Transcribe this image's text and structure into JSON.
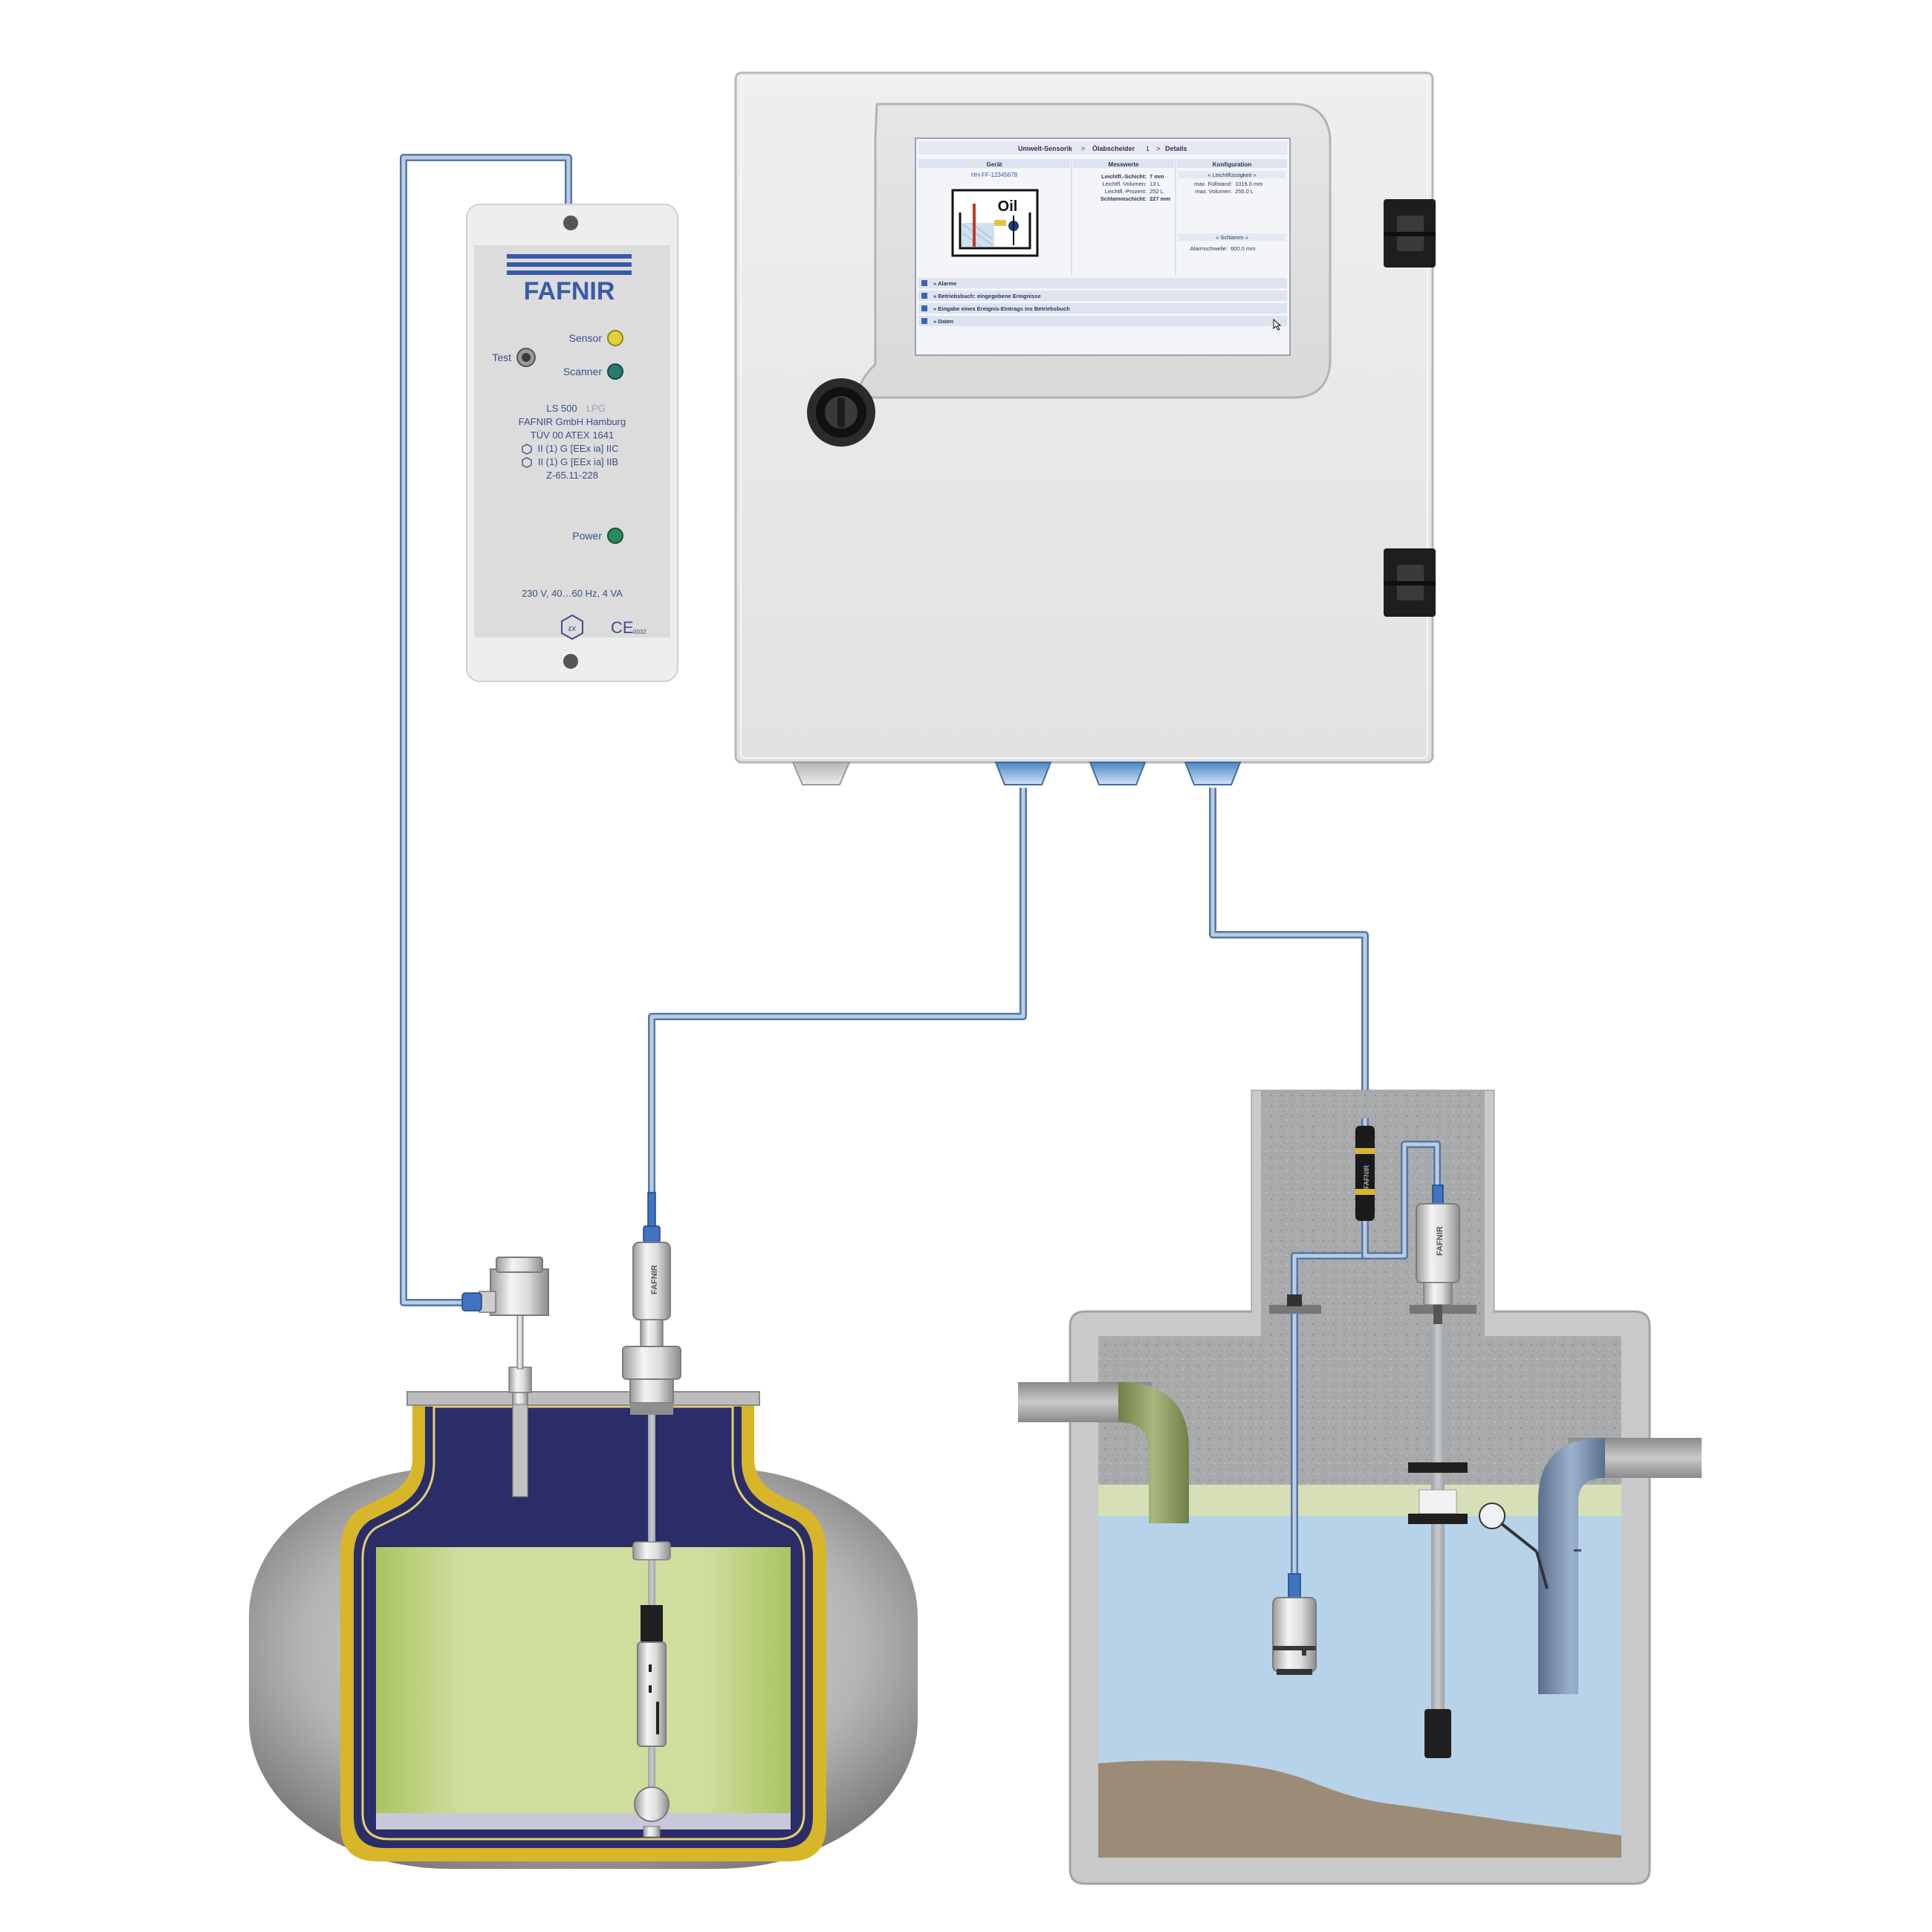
{
  "colors": {
    "brand_blue": "#3a5aa8",
    "cable": "#a9c1df",
    "cable_edge": "#5577a4",
    "enclosure": "#e8e8e8",
    "screen_bg": "#eef2f8",
    "tank_liquid": "#cddc9a",
    "tank_gas": "#2b2d68",
    "tank_wall": "#d8b62a",
    "water": "#b7d3e9",
    "soil": "#9c8b77",
    "oil_layer": "#d7dfb6",
    "concrete": "#a9abad"
  },
  "icons": {
    "led_sensor": "yellow-led",
    "led_scanner": "green-led",
    "led_power": "green-led",
    "test_button": "round-push-button",
    "ex_mark": "ex-hexagon-icon",
    "ce_mark": "ce-mark-icon"
  },
  "ls500": {
    "logo": "FAFNIR",
    "sensor_label": "Sensor",
    "scanner_label": "Scanner",
    "test_label": "Test",
    "power_label": "Power",
    "model": "LS 500",
    "model_suffix": "LPG",
    "company": "FAFNIR GmbH Hamburg",
    "cert": "TÜV 00 ATEX 1641",
    "marking1": "II (1) G [EEx ia] IIC",
    "marking2": "II (1) G [EEx ia] IIB",
    "approval": "Z-65.11-228",
    "rating": "230 V, 40…60 Hz, 4 VA",
    "ce_number": "0032"
  },
  "screen": {
    "breadcrumb": {
      "item1": "Umwelt-Sensorik",
      "sep": ">",
      "item2": "Ölabscheider",
      "num": "1",
      "item3": "Details"
    },
    "columns": {
      "col1": "Gerät",
      "col2": "Messwerte",
      "col3": "Konfiguration"
    },
    "device_id": "HH-FF-12345678",
    "oil_icon_text": "Oil",
    "measurements": [
      {
        "label": "Leichtfl.-Schicht:",
        "value": "7 mm"
      },
      {
        "label": "Leichtfl.-Volumen:",
        "value": "13 L"
      },
      {
        "label": "Leichtfl.-Prozent:",
        "value": "252 L"
      },
      {
        "label": "Schlammschicht:",
        "value": "227 mm"
      }
    ],
    "config": {
      "section1": "« Leichtflüssigkeit »",
      "row1_label": "max. Füllstand:",
      "row1_value": "1015.0 mm",
      "row2_label": "max. Volumen:",
      "row2_value": "255.0 L",
      "section2": "« Schlamm »",
      "row3_label": "Alarmschwelle:",
      "row3_value": "600.0 mm"
    },
    "menu": [
      "» Alarme",
      "» Betriebsbuch: eingegebene Ereignisse",
      "» Eingabe eines Ereignis-Eintrags ins Betriebsbuch",
      "» Daten"
    ]
  },
  "sensors": {
    "brand_tag": "FAFNIR"
  }
}
